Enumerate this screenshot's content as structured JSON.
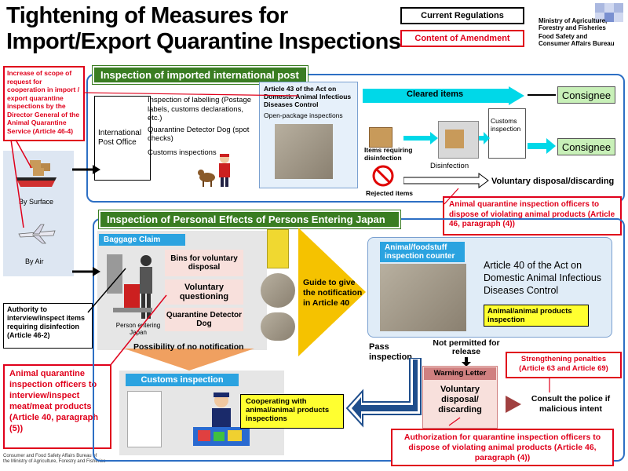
{
  "title_line1": "Tightening of Measures for",
  "title_line2": "Import/Export Quarantine Inspections",
  "legend": {
    "current": "Current Regulations",
    "amendment": "Content of Amendment"
  },
  "ministry": {
    "line1": "Ministry of Agriculture,",
    "line2": "Forestry and Fisheries",
    "line3": "Food Safety and",
    "line4": "Consumer Affairs Bureau"
  },
  "increase_scope": "Increase of scope of request for cooperation in import / export quarantine inspections by the Director General of the Animal Quarantine Service (Article 46-4)",
  "by_surface": "By Surface",
  "by_air": "By Air",
  "authority": "Authority to interview/inspect items requiring disinfection (Article 46-2)",
  "animal_interview": "Animal quarantine inspection officers to interview/inspect meat/meat products (Article 40, paragraph (5))",
  "footer": {
    "line1": "Consumer and Food Safety Affairs Bureau of",
    "line2": "the Ministry of Agriculture, Forestry and Fisheries"
  },
  "post": {
    "header": "Inspection of imported international post",
    "office": "International Post Office",
    "items": [
      "Inspection of labelling (Postage labels, customs declarations, etc.)",
      "Quarantine Detector Dog (spot checks)",
      "Customs inspections"
    ],
    "article43": "Article 43 of the Act on Domestic Animal Infectious Diseases Control",
    "open_package": "Open-package inspections",
    "cleared": "Cleared items",
    "customs_inspection": "Customs inspection",
    "consignee1": "Consignee",
    "consignee2": "Consignee",
    "requiring": "Items requiring disinfection",
    "disinfection": "Disinfection",
    "rejected": "Rejected items",
    "voluntary": "Voluntary disposal/discarding",
    "officers_dispose": "Animal quarantine inspection officers to dispose of violating animal products (Article 46, paragraph (4))"
  },
  "personal": {
    "header": "Inspection of Personal Effects of Persons Entering Japan",
    "baggage": "Baggage Claim",
    "bins": "Bins for voluntary disposal",
    "questioning": "Voluntary questioning",
    "detector_dog": "Quarantine Detector Dog",
    "person": "Person entering Japan",
    "guide": "Guide to give the notification in Article 40",
    "counter": "Animal/foodstuff inspection counter",
    "article40": "Article 40 of the Act on Domestic Animal Infectious Diseases Control",
    "animal_products": "Animal/animal products inspection",
    "possibility": "Possibility of no notification",
    "customs": "Customs inspection",
    "pass": "Pass inspection",
    "not_permitted": "Not permitted for release",
    "cooperating": "Cooperating with animal/animal products inspections",
    "warning": "Warning Letter",
    "voluntary2": "Voluntary disposal/ discarding",
    "penalties": "Strengthening penalties (Article 63 and Article 69)",
    "police": "Consult the police if malicious intent",
    "authorization": "Authorization for quarantine inspection officers to dispose of violating animal products (Article 46, paragraph (4))"
  }
}
